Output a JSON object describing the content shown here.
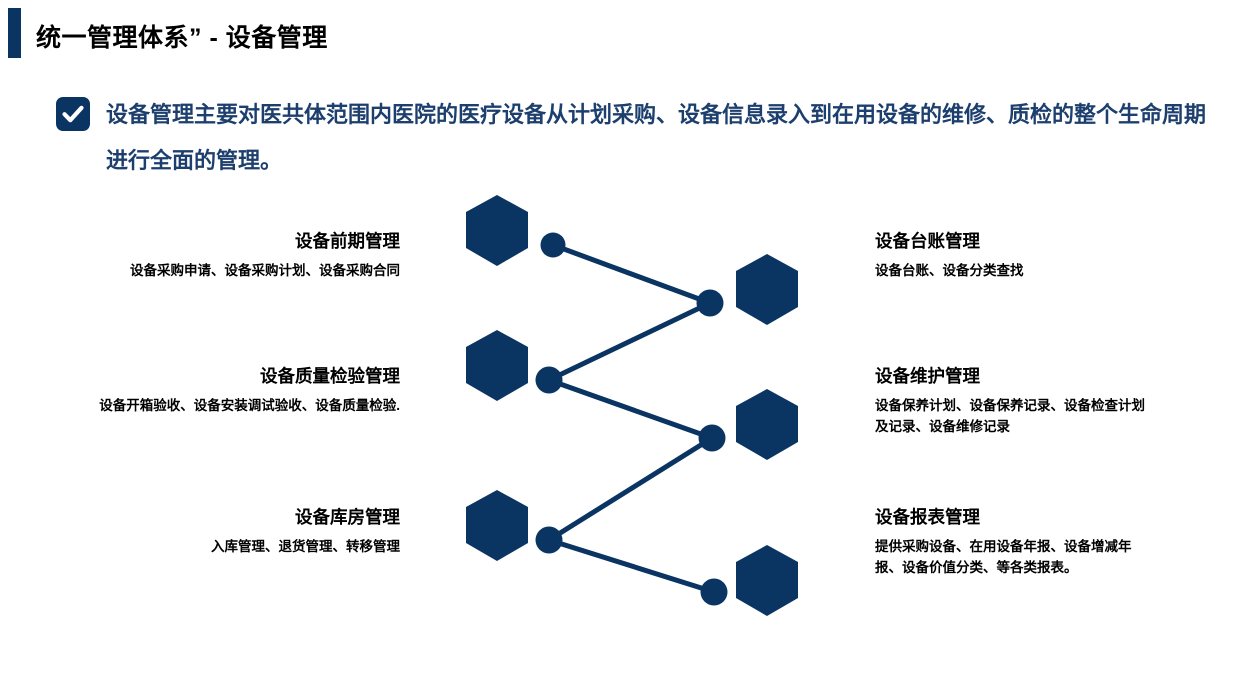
{
  "header": {
    "title": "统一管理体系” - 设备管理",
    "accent_color": "#0a3462"
  },
  "intro": {
    "checkbox_icon": "check-icon",
    "checked": true,
    "text": "设备管理主要对医共体范围内医院的医疗设备从计划采购、设备信息录入到在用设备的维修、质检的整个生命周期进行全面的管理。",
    "text_color": "#1c3f6e"
  },
  "diagram": {
    "shape_color": "#0a3462",
    "hexagon_count": 6,
    "dot_count": 6,
    "connector_style": "zigzag"
  },
  "nodes": {
    "left": [
      {
        "title": "设备前期管理",
        "desc": "设备采购申请、设备采购计划、设备采购合同"
      },
      {
        "title": "设备质量检验管理",
        "desc": "设备开箱验收、设备安装调试验收、设备质量检验."
      },
      {
        "title": "设备库房管理",
        "desc": "入库管理、退货管理、转移管理"
      }
    ],
    "right": [
      {
        "title": "设备台账管理",
        "desc": "设备台账、设备分类查找"
      },
      {
        "title": "设备维护管理",
        "desc": "设备保养计划、设备保养记录、设备检查计划及记录、设备维修记录"
      },
      {
        "title": "设备报表管理",
        "desc": "提供采购设备、在用设备年报、设备增减年报、设备价值分类、等各类报表。"
      }
    ]
  }
}
